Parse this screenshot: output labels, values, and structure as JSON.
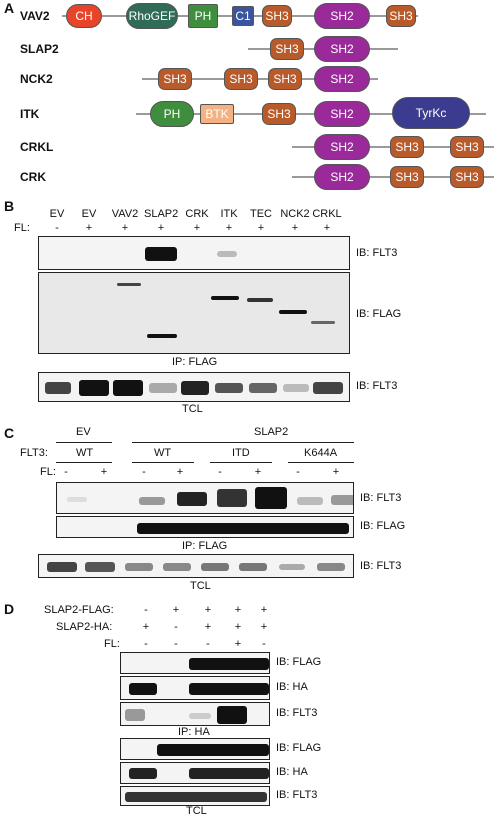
{
  "panels": {
    "a": "A",
    "b": "B",
    "c": "C",
    "d": "D"
  },
  "panel_a": {
    "proteins": [
      {
        "name": "VAV2",
        "domains": [
          {
            "label": "CH",
            "color": "#e8442a"
          },
          {
            "label": "RhoGEF",
            "color": "#2f6b57"
          },
          {
            "label": "PH",
            "color": "#3e8e3e"
          },
          {
            "label": "C1",
            "color": "#3a55a0"
          },
          {
            "label": "SH3",
            "color": "#b85a2a"
          },
          {
            "label": "SH2",
            "color": "#9a2a9a"
          },
          {
            "label": "SH3",
            "color": "#b85a2a"
          }
        ]
      },
      {
        "name": "SLAP2",
        "domains": [
          {
            "label": "SH3",
            "color": "#b85a2a"
          },
          {
            "label": "SH2",
            "color": "#9a2a9a"
          }
        ]
      },
      {
        "name": "NCK2",
        "domains": [
          {
            "label": "SH3",
            "color": "#b85a2a"
          },
          {
            "label": "SH3",
            "color": "#b85a2a"
          },
          {
            "label": "SH3",
            "color": "#b85a2a"
          },
          {
            "label": "SH2",
            "color": "#9a2a9a"
          }
        ]
      },
      {
        "name": "ITK",
        "domains": [
          {
            "label": "PH",
            "color": "#3e8e3e"
          },
          {
            "label": "BTK",
            "color": "#f4b183"
          },
          {
            "label": "SH3",
            "color": "#b85a2a"
          },
          {
            "label": "SH2",
            "color": "#9a2a9a"
          },
          {
            "label": "TyrKc",
            "color": "#3b3b8f"
          }
        ]
      },
      {
        "name": "CRKL",
        "domains": [
          {
            "label": "SH2",
            "color": "#9a2a9a"
          },
          {
            "label": "SH3",
            "color": "#b85a2a"
          },
          {
            "label": "SH3",
            "color": "#b85a2a"
          }
        ]
      },
      {
        "name": "CRK",
        "domains": [
          {
            "label": "SH2",
            "color": "#9a2a9a"
          },
          {
            "label": "SH3",
            "color": "#b85a2a"
          },
          {
            "label": "SH3",
            "color": "#b85a2a"
          }
        ]
      }
    ]
  },
  "panel_b": {
    "lanes": [
      "EV",
      "EV",
      "VAV2",
      "SLAP2",
      "CRK",
      "ITK",
      "TEC",
      "NCK2",
      "CRKL"
    ],
    "fl_label": "FL:",
    "fl": [
      "-",
      "+",
      "+",
      "+",
      "+",
      "+",
      "+",
      "+",
      "+"
    ],
    "ib_flt3": "IB: FLT3",
    "ib_flag": "IB: FLAG",
    "ip": "IP: FLAG",
    "ib_tcl": "IB: FLT3",
    "tcl": "TCL"
  },
  "panel_c": {
    "groups": [
      "EV",
      "SLAP2"
    ],
    "flt3_label": "FLT3:",
    "flt3": [
      "WT",
      "WT",
      "ITD",
      "K644A"
    ],
    "fl_label": "FL:",
    "fl": [
      "-",
      "+",
      "-",
      "+",
      "-",
      "+",
      "-",
      "+"
    ],
    "ib1": "IB: FLT3",
    "ib2": "IB: FLAG",
    "ip": "IP: FLAG",
    "ib3": "IB: FLT3",
    "tcl": "TCL"
  },
  "panel_d": {
    "rows": [
      {
        "label": "SLAP2-FLAG:",
        "values": [
          "-",
          "+",
          "+",
          "+",
          "+"
        ]
      },
      {
        "label": "SLAP2-HA:",
        "values": [
          "+",
          "-",
          "+",
          "+",
          "+"
        ]
      },
      {
        "label": "FL:",
        "values": [
          "-",
          "-",
          "-",
          "+",
          "-"
        ]
      }
    ],
    "ib": [
      "IB: FLAG",
      "IB: HA",
      "IB: FLT3",
      "IB: FLAG",
      "IB: HA",
      "IB: FLT3"
    ],
    "ip": "IP: HA",
    "tcl": "TCL"
  }
}
